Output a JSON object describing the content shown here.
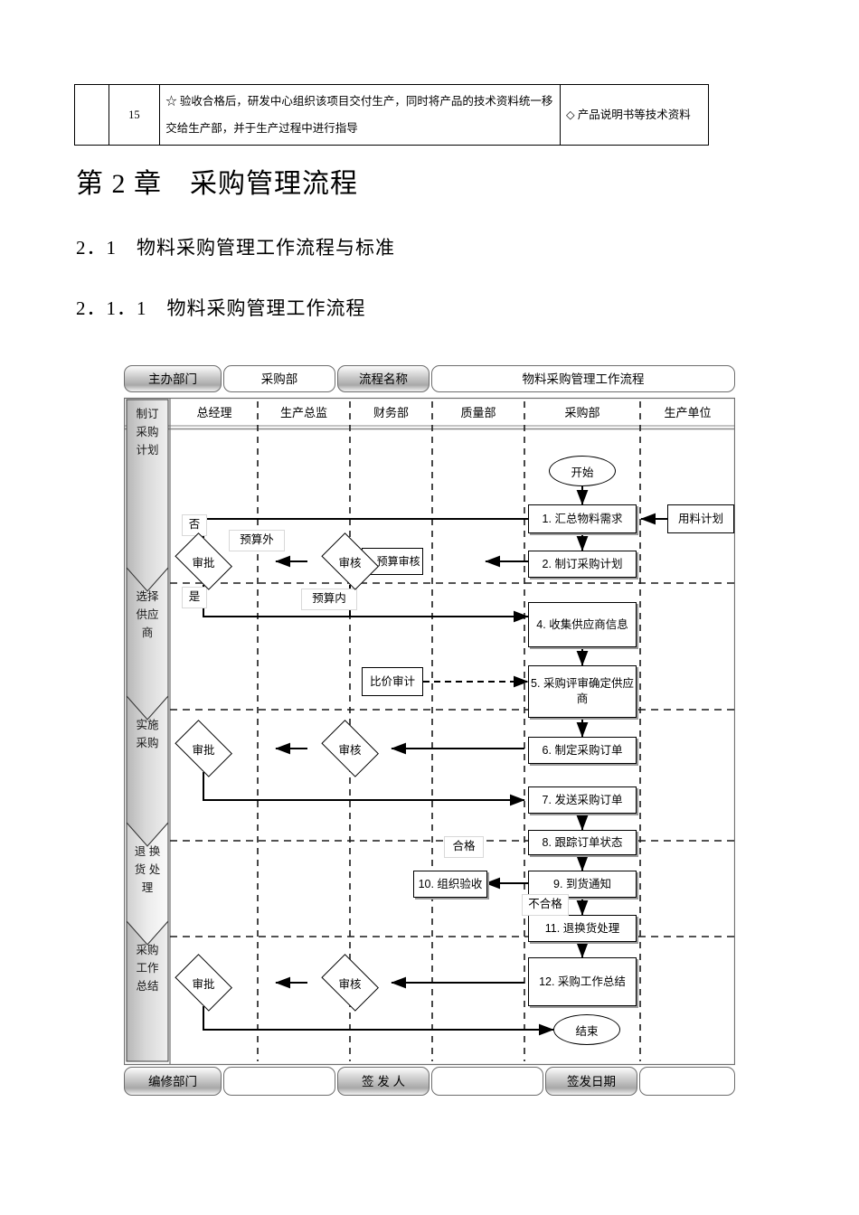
{
  "continued_table": {
    "rows": [
      {
        "blank": "",
        "num": "15",
        "main": "☆ 验收合格后，研发中心组织该项目交付生产，同时将产品的技术资料统一移交给生产部，并于生产过程中进行指导",
        "side": "◇ 产品说明书等技术资料"
      }
    ]
  },
  "headings": {
    "chapter": "第 2 章　采购管理流程",
    "section": "2．1　物料采购管理工作流程与标准",
    "subsection": "2．1．1　物料采购管理工作流程"
  },
  "flowchart": {
    "header_tabs": [
      {
        "label": "主办部门",
        "style": "gray"
      },
      {
        "label": "采购部",
        "style": "white"
      },
      {
        "label": "流程名称",
        "style": "gray"
      },
      {
        "label": "物料采购管理工作流程",
        "style": "white"
      }
    ],
    "lanes": [
      "总经理",
      "生产总监",
      "财务部",
      "质量部",
      "采购部",
      "生产单位"
    ],
    "phases": [
      "制订\n采购\n计划",
      "选择\n供应\n商",
      "实施\n采购",
      "退 换\n货 处\n理",
      "采购\n工作\n总结"
    ],
    "nodes": {
      "start": "开始",
      "end": "结束",
      "n1": "1. 汇总物料需求",
      "n2": "2. 制订采购计划",
      "n3": "3. 预算审核",
      "n4": "4. 收集供应商信息",
      "n5": "5. 采购评审确定供应商",
      "n6": "6. 制定采购订单",
      "n7": "7. 发送采购订单",
      "n8": "8. 跟踪订单状态",
      "n9": "9. 到货通知",
      "n10": "10. 组织验收",
      "n11": "11. 退换货处理",
      "n12": "12. 采购工作总结",
      "doc_plan": "用料计划",
      "doc_audit": "比价审计"
    },
    "decisions": {
      "approve": "审批",
      "review": "审核"
    },
    "edge_labels": {
      "no": "否",
      "yes": "是",
      "over_budget": "预算外",
      "in_budget": "预算内",
      "qualified": "合格",
      "unqualified": "不合格"
    },
    "footer_cells": [
      {
        "label": "编修部门",
        "style": "gray"
      },
      {
        "label": "",
        "style": "white"
      },
      {
        "label": "签 发 人",
        "style": "gray"
      },
      {
        "label": "",
        "style": "white"
      },
      {
        "label": "签发日期",
        "style": "gray"
      },
      {
        "label": "",
        "style": "white"
      }
    ]
  }
}
